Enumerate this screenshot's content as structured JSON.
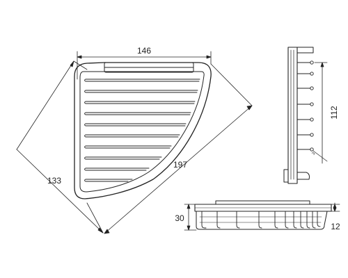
{
  "dimensions": {
    "width": "146",
    "depth": "133",
    "diagonal": "197",
    "side_height": "112",
    "wire_diameter": "3",
    "front_height": "30",
    "lip_height": "12"
  },
  "colors": {
    "line": "#222222",
    "background": "#ffffff"
  }
}
